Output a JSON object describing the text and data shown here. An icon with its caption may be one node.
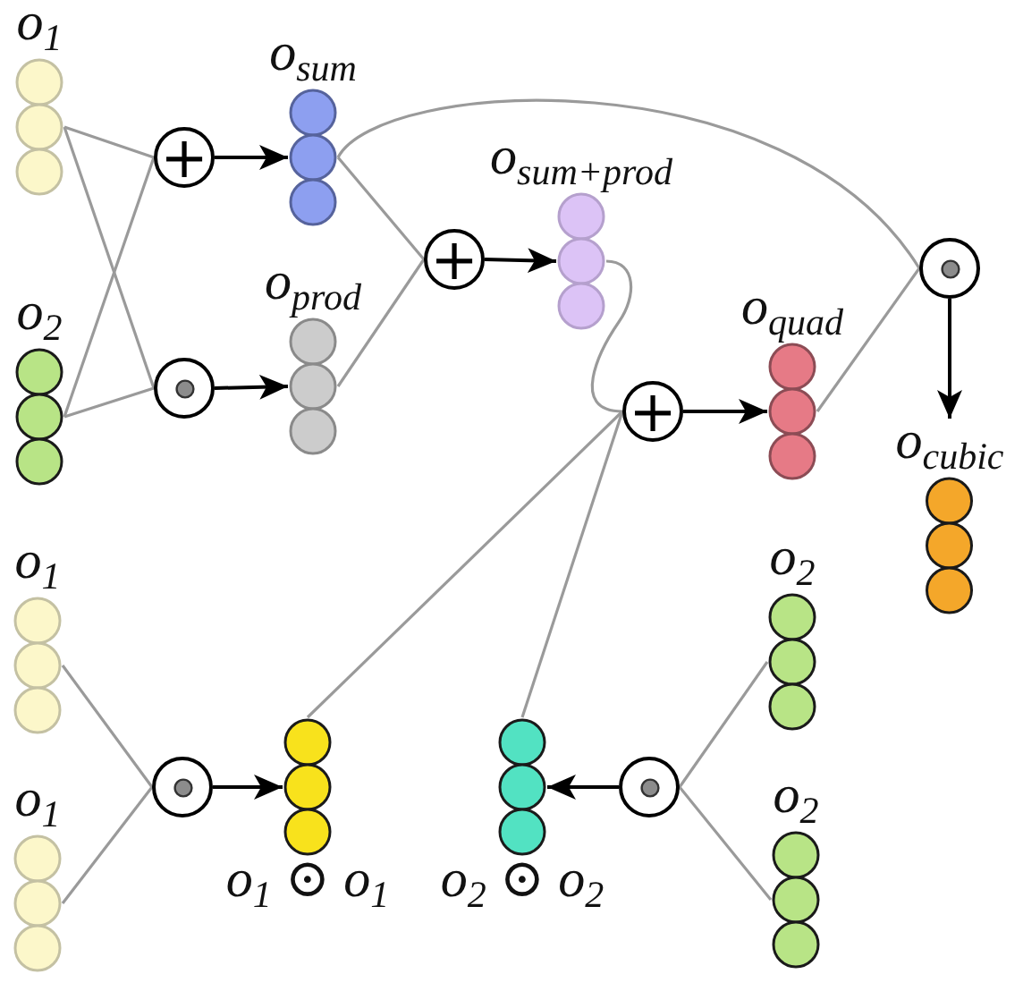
{
  "diagram": {
    "nodes": [
      {
        "text": [
          "o$_{1}$"
        ]
      },
      {
        "text": [
          "o$_{2}$"
        ]
      },
      {
        "text": [
          "+"
        ]
      },
      {
        "text": [],
        "shape": "circle"
      },
      {
        "text": [
          "o$_{sum}$"
        ]
      },
      {
        "text": [
          "o$_{prod}$"
        ]
      },
      {
        "text": [
          "+"
        ]
      },
      {
        "text": [
          "o$_{sum+prod}$"
        ]
      },
      {
        "text": [
          "+"
        ]
      },
      {
        "text": [
          "o$_{quad}$"
        ]
      },
      {
        "text": [],
        "shape": "circle"
      },
      {
        "text": [
          "o$_{cubic}$"
        ]
      },
      {
        "text": [
          "o$_{1}$"
        ]
      },
      {
        "text": [
          "o$_{1}$"
        ]
      },
      {
        "text": [],
        "shape": "circle"
      },
      {
        "text": [
          "o$_{1}$ ⊙ o$_{1}$"
        ]
      },
      {
        "text": [
          "o$_{2}$ ⊙ o$_{2}$"
        ]
      },
      {
        "text": [],
        "shape": "circle"
      },
      {
        "text": [
          "o$_{2}$"
        ]
      },
      {
        "text": [
          "o$_{2}$"
        ]
      }
    ],
    "edges": [
      {
        "from": 0,
        "to": 2,
        "arrow": "none"
      },
      {
        "from": 0,
        "to": 3,
        "arrow": "none"
      },
      {
        "from": 1,
        "to": 2,
        "arrow": "none"
      },
      {
        "from": 1,
        "to": 3,
        "arrow": "none"
      },
      {
        "from": 2,
        "to": 4,
        "arrow": "to",
        "color": "#000000"
      },
      {
        "from": 3,
        "to": 5,
        "arrow": "to",
        "color": "#000000"
      },
      {
        "from": 4,
        "to": 6,
        "arrow": "none"
      },
      {
        "from": 5,
        "to": 6,
        "arrow": "none"
      },
      {
        "from": 6,
        "to": 7,
        "arrow": "to",
        "color": "#000000"
      },
      {
        "from": 4,
        "to": 10,
        "arrow": "none"
      },
      {
        "from": 7,
        "to": 8,
        "arrow": "none"
      },
      {
        "from": 8,
        "to": 9,
        "arrow": "to",
        "color": "#000000"
      },
      {
        "from": 9,
        "to": 10,
        "arrow": "none"
      },
      {
        "from": 10,
        "to": 11,
        "arrow": "to",
        "color": "#000000"
      },
      {
        "from": 15,
        "to": 8,
        "arrow": "none"
      },
      {
        "from": 16,
        "to": 8,
        "arrow": "none"
      },
      {
        "from": 12,
        "to": 14,
        "arrow": "none"
      },
      {
        "from": 13,
        "to": 14,
        "arrow": "none"
      },
      {
        "from": 14,
        "to": 15,
        "arrow": "to",
        "color": "#000000"
      },
      {
        "from": 18,
        "to": 17,
        "arrow": "none"
      },
      {
        "from": 19,
        "to": 17,
        "arrow": "none"
      },
      {
        "from": 17,
        "to": 16,
        "arrow": "to",
        "color": "#000000"
      }
    ]
  }
}
